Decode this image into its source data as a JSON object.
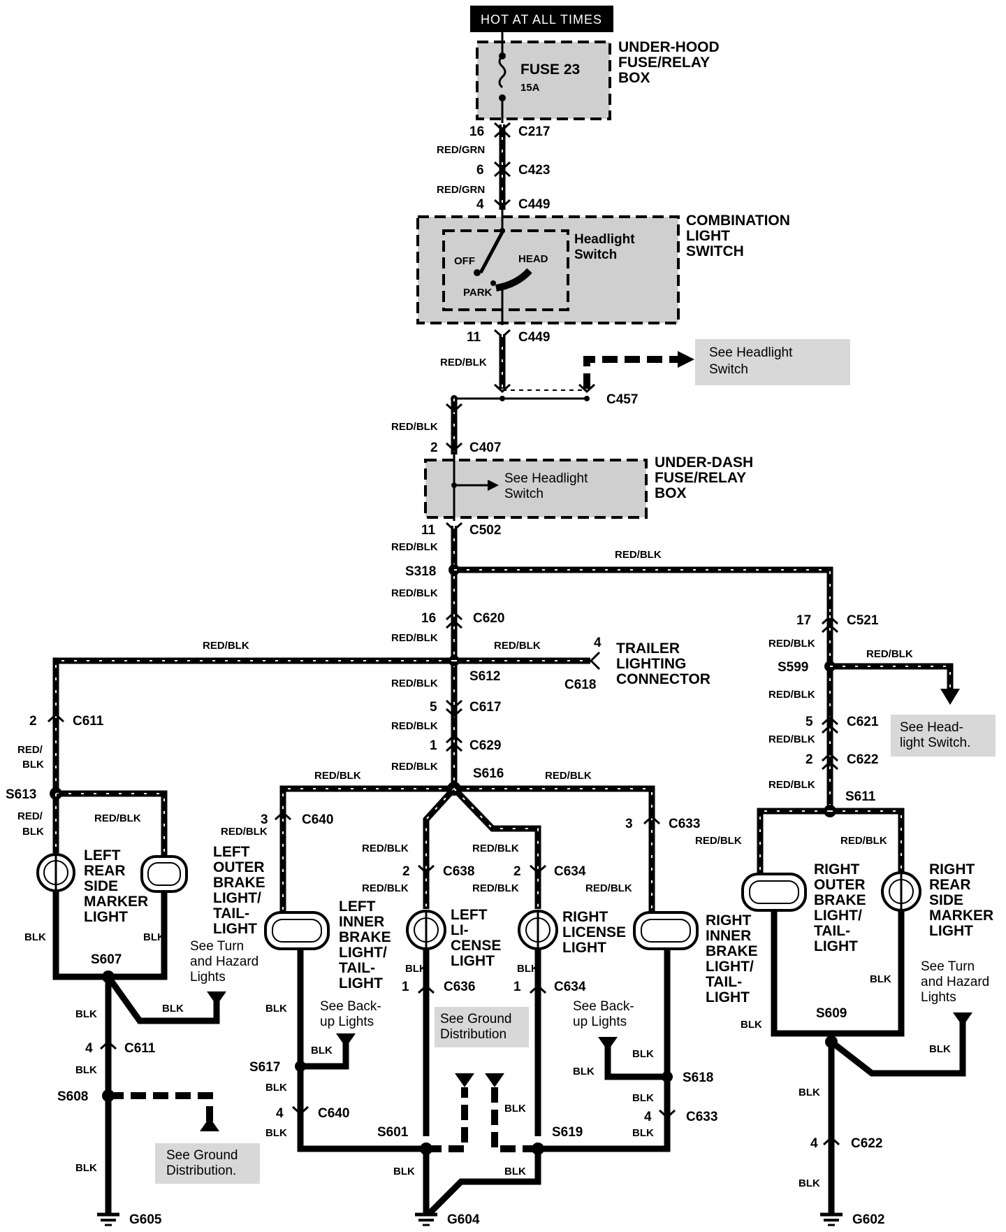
{
  "header": {
    "hot_label": "HOT AT ALL TIMES"
  },
  "boxes": {
    "under_hood": [
      "UNDER-HOOD",
      "FUSE/RELAY",
      "BOX"
    ],
    "fuse_label": "FUSE 23",
    "fuse_rating": "15A",
    "combination": [
      "COMBINATION",
      "LIGHT",
      "SWITCH"
    ],
    "headlight_switch": [
      "Headlight",
      "Switch"
    ],
    "switch_positions": {
      "off": "OFF",
      "head": "HEAD",
      "park": "PARK"
    },
    "under_dash": [
      "UNDER-DASH",
      "FUSE/RELAY",
      "BOX"
    ],
    "under_dash_note": [
      "See Headlight",
      "Switch"
    ]
  },
  "connectors": {
    "c217": "C217",
    "c423": "C423",
    "c449": "C449",
    "c457": "C457",
    "c407": "C407",
    "c502": "C502",
    "c620": "C620",
    "c618": "C618",
    "c617": "C617",
    "c629": "C629",
    "c611": "C611",
    "c640": "C640",
    "c638": "C638",
    "c634": "C634",
    "c633": "C633",
    "c636": "C636",
    "c521": "C521",
    "c621": "C621",
    "c622": "C622"
  },
  "pins": {
    "p16": "16",
    "p6": "6",
    "p4": "4",
    "p11": "11",
    "p2": "2",
    "p5": "5",
    "p1": "1",
    "p3": "3",
    "p17": "17"
  },
  "splices": {
    "s318": "S318",
    "s612": "S612",
    "s616": "S616",
    "s613": "S613",
    "s607": "S607",
    "s608": "S608",
    "s617": "S617",
    "s601": "S601",
    "s619": "S619",
    "s618": "S618",
    "s599": "S599",
    "s611": "S611",
    "s609": "S609"
  },
  "grounds": {
    "g605": "G605",
    "g604": "G604",
    "g602": "G602"
  },
  "wires": {
    "red_grn": "RED/GRN",
    "red_blk": "RED/BLK",
    "red_slash": "RED/",
    "blk": "BLK"
  },
  "components": {
    "trailer": [
      "TRAILER",
      "LIGHTING",
      "CONNECTOR"
    ],
    "left_rear_side": [
      "LEFT",
      "REAR",
      "SIDE",
      "MARKER",
      "LIGHT"
    ],
    "left_outer": [
      "LEFT",
      "OUTER",
      "BRAKE",
      "LIGHT/",
      "TAIL-",
      "LIGHT"
    ],
    "left_inner": [
      "LEFT",
      "INNER",
      "BRAKE",
      "LIGHT/",
      "TAIL-",
      "LIGHT"
    ],
    "left_license": [
      "LEFT",
      "LI-",
      "CENSE",
      "LIGHT"
    ],
    "right_license": [
      "RIGHT",
      "LICENSE",
      "LIGHT"
    ],
    "right_inner": [
      "RIGHT",
      "INNER",
      "BRAKE",
      "LIGHT/",
      "TAIL-",
      "LIGHT"
    ],
    "right_outer": [
      "RIGHT",
      "OUTER",
      "BRAKE",
      "LIGHT/",
      "TAIL-",
      "LIGHT"
    ],
    "right_rear_side": [
      "RIGHT",
      "REAR",
      "SIDE",
      "MARKER",
      "LIGHT"
    ]
  },
  "notes": {
    "see_headlight_top": [
      "See Headlight",
      "Switch"
    ],
    "see_headlight_right": [
      "See Head-",
      "light Switch."
    ],
    "see_turn_left": [
      "See Turn",
      "and Hazard",
      "Lights"
    ],
    "see_turn_right": [
      "See Turn",
      "and Hazard",
      "Lights"
    ],
    "see_backup_left": [
      "See Back-",
      "up Lights"
    ],
    "see_backup_right": [
      "See Back-",
      "up Lights"
    ],
    "see_ground_center": [
      "See Ground",
      "Distribution"
    ],
    "see_ground_left": [
      "See Ground",
      "Distribution."
    ]
  }
}
